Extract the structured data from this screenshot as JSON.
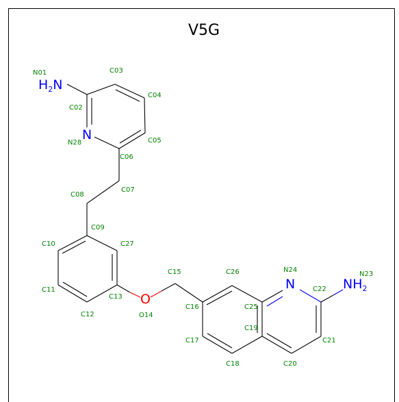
{
  "title": "V5G",
  "colors": {
    "carbon_label": "#008000",
    "nitrogen": "#0000ff",
    "oxygen": "#ff0000",
    "bond": "#000000"
  },
  "heteroatoms": {
    "amine_left": {
      "main": "H",
      "sub": "2",
      "tail": "N"
    },
    "pyridine_n": {
      "main": "N"
    },
    "ether_o": {
      "main": "O"
    },
    "quinoline_n": {
      "main": "N"
    },
    "amine_right": {
      "main": "NH",
      "sub": "2"
    }
  },
  "atom_labels": {
    "N01": "N01",
    "C02": "C02",
    "C03": "C03",
    "C04": "C04",
    "C05": "C05",
    "C06": "C06",
    "C07": "C07",
    "C08": "C08",
    "C09": "C09",
    "C10": "C10",
    "C11": "C11",
    "C12": "C12",
    "C13": "C13",
    "O14": "O14",
    "C15": "C15",
    "C16": "C16",
    "C17": "C17",
    "C18": "C18",
    "C19": "C19",
    "C20": "C20",
    "C21": "C21",
    "C22": "C22",
    "N23": "N23",
    "N24": "N24",
    "C25": "C25",
    "C26": "C26",
    "C27": "C27",
    "N28": "N28"
  }
}
